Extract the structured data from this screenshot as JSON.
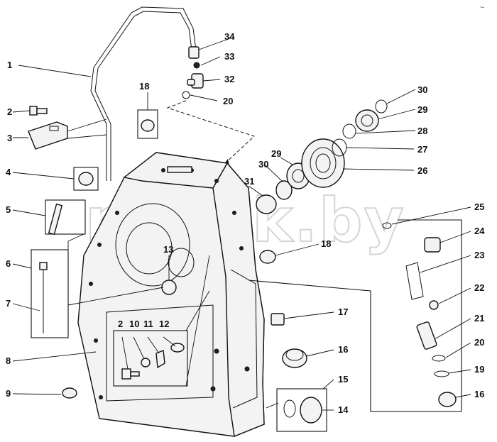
{
  "watermark": "mazik.by",
  "corner_mark": "~",
  "callouts": [
    "1",
    "2",
    "3",
    "4",
    "5",
    "6",
    "7",
    "8",
    "9",
    "2",
    "10",
    "11",
    "12",
    "13",
    "18",
    "18",
    "31",
    "30",
    "29",
    "34",
    "33",
    "32",
    "20",
    "30",
    "29",
    "28",
    "27",
    "26",
    "25",
    "24",
    "23",
    "22",
    "21",
    "20",
    "19",
    "16",
    "17",
    "16",
    "15",
    "14"
  ],
  "icon_names": [
    "pipe",
    "bolt",
    "bracket",
    "plug",
    "stud",
    "pin",
    "gear",
    "bearing",
    "ring",
    "valve",
    "spring",
    "ball",
    "housing"
  ]
}
